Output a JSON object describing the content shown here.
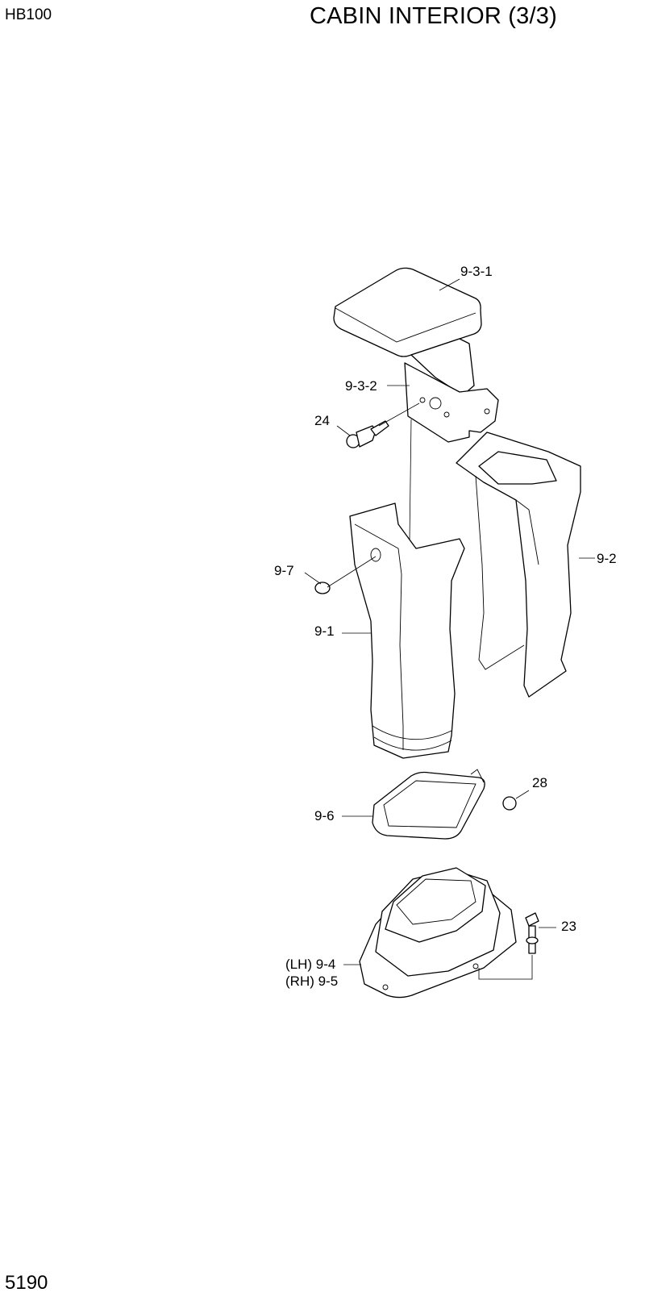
{
  "header": {
    "model": "HB100",
    "title": "CABIN INTERIOR (3/3)"
  },
  "footer": {
    "page_number": "5190"
  },
  "callouts": {
    "p9_3_1": "9-3-1",
    "p9_3_2": "9-3-2",
    "p24": "24",
    "p9_2": "9-2",
    "p9_7": "9-7",
    "p9_1": "9-1",
    "p28": "28",
    "p9_6": "9-6",
    "p23": "23",
    "p9_4": "(LH) 9-4",
    "p9_5": "(RH) 9-5"
  }
}
